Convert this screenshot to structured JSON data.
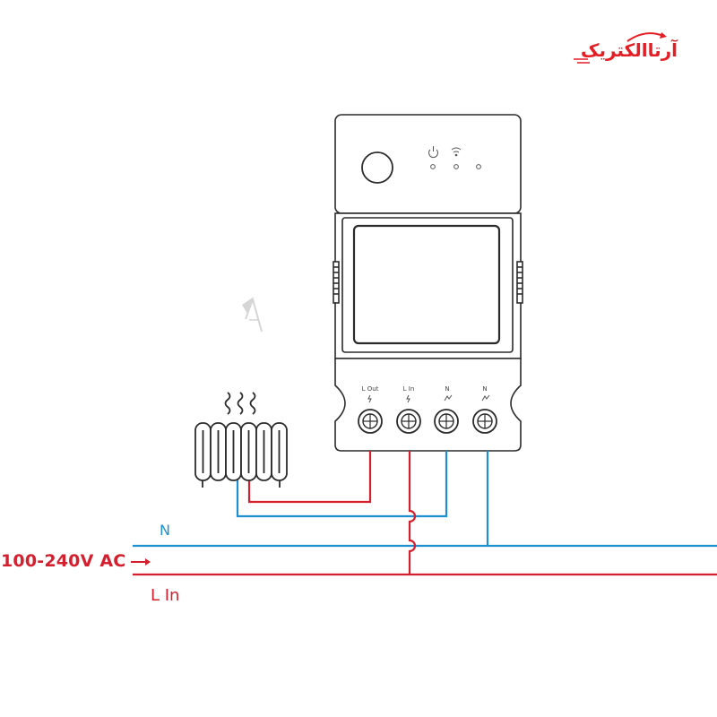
{
  "brand": {
    "text": "آرتاالکتریک"
  },
  "labels": {
    "neutral": "N",
    "live_in": "L In",
    "voltage": "100-240V AC"
  },
  "device": {
    "terminals": [
      "L Out",
      "L In",
      "N",
      "N"
    ]
  },
  "colors": {
    "live": "#d4202e",
    "neutral": "#1e8fd0",
    "outline": "#2b2b2b"
  }
}
